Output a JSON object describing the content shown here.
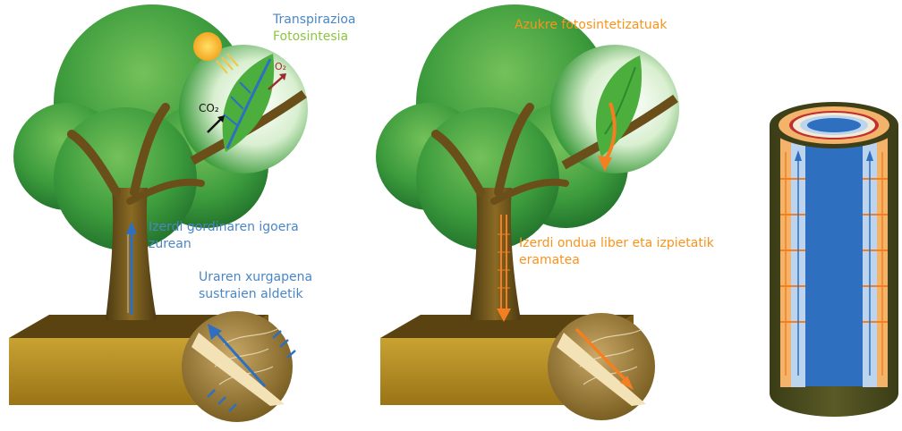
{
  "colors": {
    "blue_text": "#4a86c5",
    "green_text": "#8cc63f",
    "orange_text": "#f7941d",
    "foliage": "#3c9b3c",
    "trunk": "#6b4f1a",
    "soil": "#b38a1e",
    "xylem": "#2f6fc0",
    "phloem": "#f57f20"
  },
  "left_panel": {
    "label_transpiration": "Transpirazioa",
    "label_photosynthesis": "Fotosintesia",
    "label_co2": "CO₂",
    "label_o2": "O₂",
    "label_raw_sap_line1": "Izerdi gordinaren igoera",
    "label_raw_sap_line2": "zurean",
    "label_water_uptake_line1": "Uraren xurgapena",
    "label_water_uptake_line2": "sustraien aldetik"
  },
  "middle_panel": {
    "label_sugars": "Azukre fotosintetizatuak",
    "label_elaborated_sap_line1": "Izerdi ondua  liber eta izpietatik",
    "label_elaborated_sap_line2": "eramatea"
  }
}
